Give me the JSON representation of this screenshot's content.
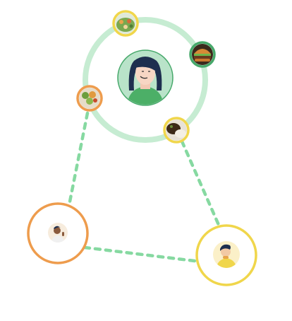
{
  "colors": {
    "background": "#ffffff",
    "main_ring": "#c6ecd2",
    "connector": "#86d9a1",
    "orange": "#ee9c4d",
    "yellow": "#f0d64b",
    "green": "#46a86a"
  },
  "hub": {
    "icon": "woman-avatar-icon"
  },
  "hub_items": [
    {
      "icon": "salad-bowl-icon",
      "ring": "yellow"
    },
    {
      "icon": "burger-icon",
      "ring": "green"
    },
    {
      "icon": "salad-plate-icon",
      "ring": "orange"
    },
    {
      "icon": "rice-curry-bowl-icon",
      "ring": "yellow"
    }
  ],
  "peers": [
    {
      "icon": "man-waving-avatar-icon",
      "ring": "orange"
    },
    {
      "icon": "boy-eating-avatar-icon",
      "ring": "yellow"
    }
  ]
}
